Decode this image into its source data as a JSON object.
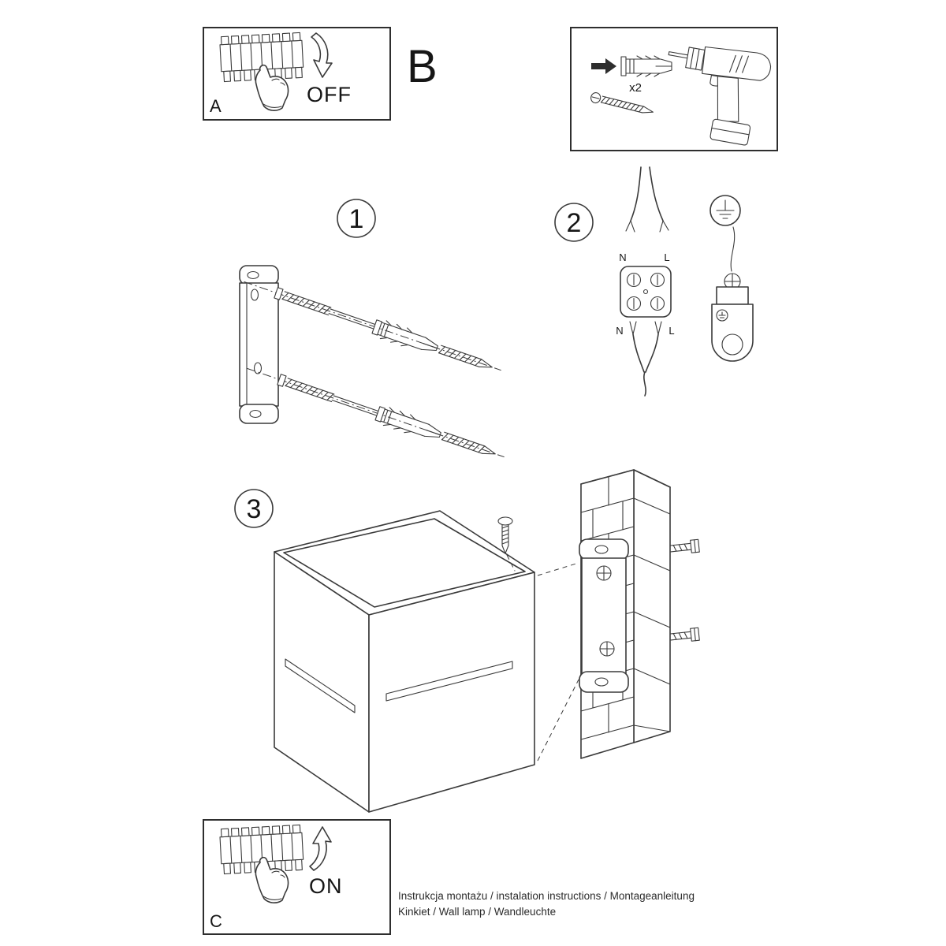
{
  "panels": {
    "a": {
      "label": "A",
      "action": "OFF"
    },
    "b": {
      "label": "B"
    },
    "c": {
      "label": "C",
      "action": "ON"
    }
  },
  "hardware": {
    "quantity": "x2"
  },
  "steps": {
    "one": "1",
    "two": "2",
    "three": "3"
  },
  "wiring": {
    "top": {
      "n": "N",
      "l": "L"
    },
    "bottom": {
      "n": "N",
      "l": "L"
    }
  },
  "footer": {
    "line1": "Instrukcja montażu / instalation instructions / Montageanleitung",
    "line2": "Kinkiet / Wall lamp / Wandleuchte"
  }
}
